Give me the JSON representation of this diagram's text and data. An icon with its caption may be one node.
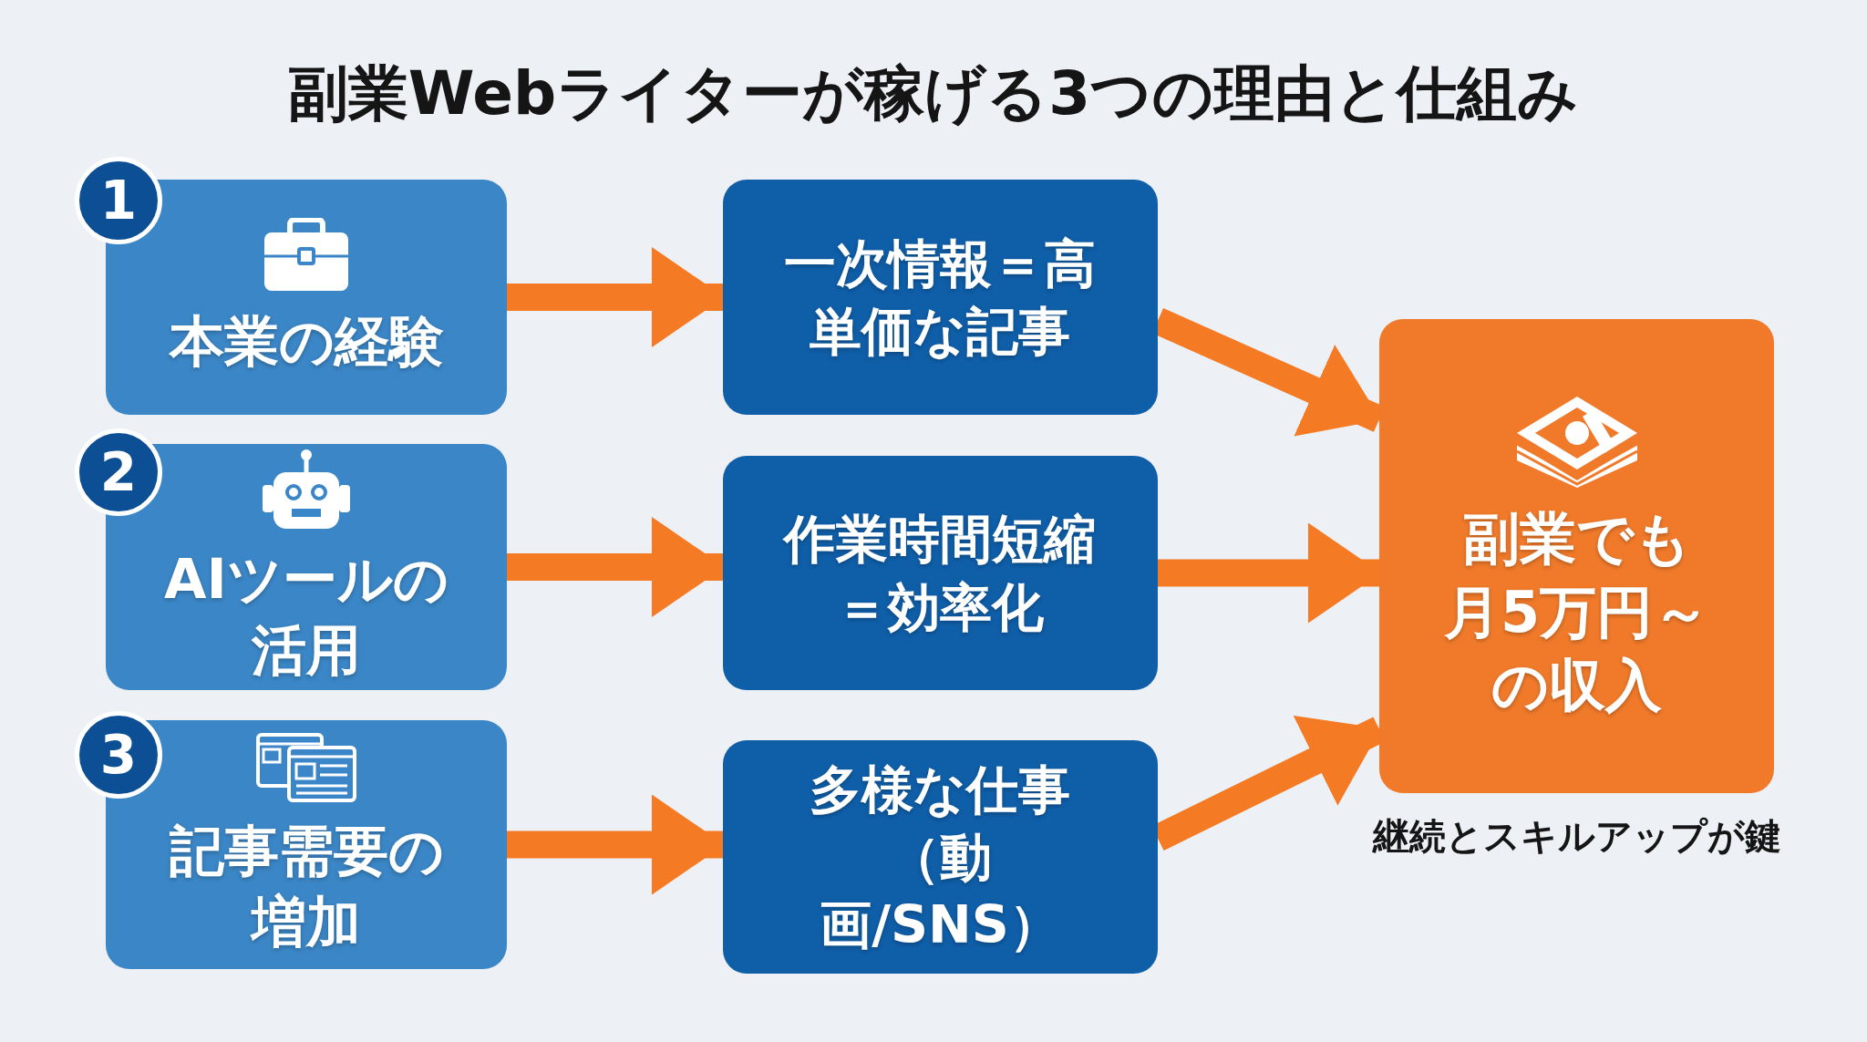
{
  "diagram": {
    "title": "副業Webライターが稼げる3つの理由と仕組み",
    "nodes": [
      {
        "text": [
          "1"
        ]
      },
      {
        "text": [
          "本業の経験"
        ]
      },
      {
        "text": [
          "2"
        ]
      },
      {
        "text": [
          "AIツールの活用"
        ]
      },
      {
        "text": [
          "3"
        ]
      },
      {
        "text": [
          "記事需要の増加"
        ]
      },
      {
        "text": [
          "一次情報＝高単価な記事"
        ]
      },
      {
        "text": [
          "作業時間短縮＝効率化"
        ]
      },
      {
        "text": [
          "多様な仕事（動画/SNS）"
        ]
      },
      {
        "text": [
          "副業でも月5万円～の収入"
        ],
        "beside": [
          "継続とスキルアップが鍵"
        ]
      }
    ],
    "edges": [
      {
        "from": 1,
        "to": 6,
        "arrow": "to"
      },
      {
        "from": 3,
        "to": 7,
        "arrow": "to"
      },
      {
        "from": 5,
        "to": 8,
        "arrow": "to"
      },
      {
        "from": 6,
        "to": 9,
        "arrow": "to"
      },
      {
        "from": 7,
        "to": 9,
        "arrow": "to"
      },
      {
        "from": 8,
        "to": 9,
        "arrow": "to"
      }
    ]
  }
}
